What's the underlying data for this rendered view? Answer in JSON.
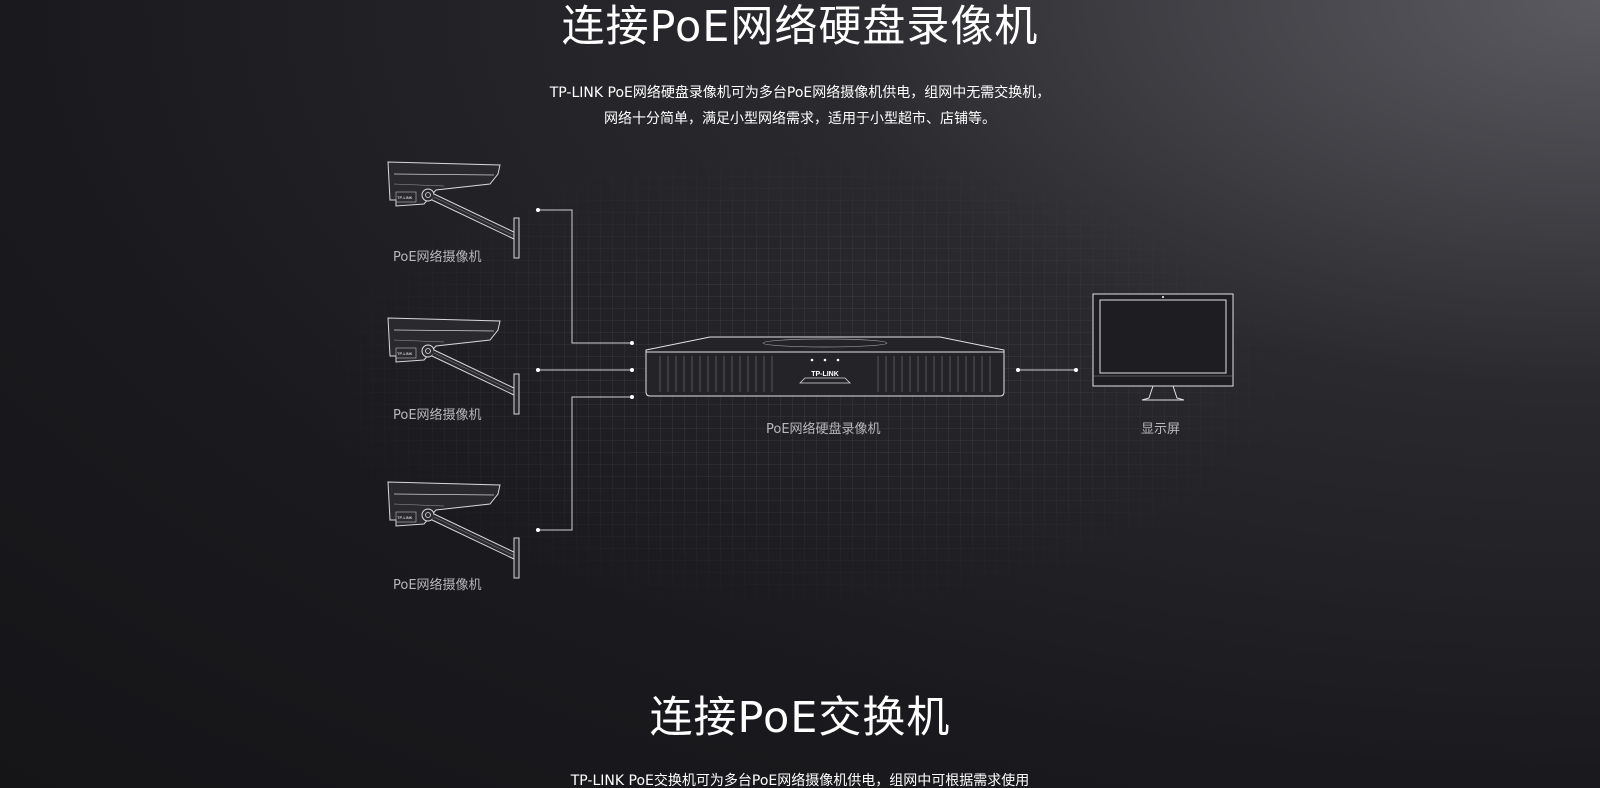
{
  "section1": {
    "title": "连接PoE网络硬盘录像机",
    "desc_line1": "TP-LINK PoE网络硬盘录像机可为多台PoE网络摄像机供电，组网中无需交换机，",
    "desc_line2": "网络十分简单，满足小型网络需求，适用于小型超市、店铺等。",
    "camera_label": "PoE网络摄像机",
    "nvr_label": "PoE网络硬盘录像机",
    "monitor_label": "显示屏",
    "brand_text": "TP-LINK"
  },
  "section2": {
    "title": "连接PoE交换机",
    "desc_line1": "TP-LINK PoE交换机可为多台PoE网络摄像机供电，组网中可根据需求使用"
  }
}
